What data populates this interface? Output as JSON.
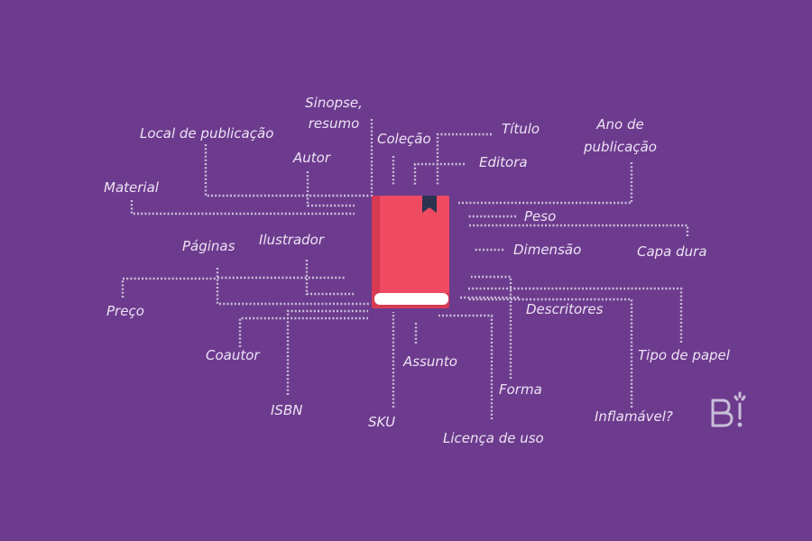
{
  "labels": {
    "sinopse": "Sinopse,",
    "resumo": "resumo",
    "local": "Local de publicação",
    "autor": "Autor",
    "material": "Material",
    "colecao": "Coleção",
    "titulo": "Título",
    "editora": "Editora",
    "ano1": "Ano de",
    "ano2": "publicação",
    "peso": "Peso",
    "paginas": "Páginas",
    "ilustrador": "Ilustrador",
    "dimensao": "Dimensão",
    "capa": "Capa dura",
    "preco": "Preço",
    "descritores": "Descritores",
    "coautor": "Coautor",
    "tipo": "Tipo de papel",
    "assunto": "Assunto",
    "forma": "Forma",
    "isbn": "ISBN",
    "sku": "SKU",
    "inflamavel": "Inflamável?",
    "licenca": "Licença de uso"
  },
  "colors": {
    "background": "#6d3b8e",
    "book_cover": "#ee4a62",
    "book_spine": "#d83a53",
    "bookmark": "#2b3350",
    "pages": "#ffffff",
    "connector": "#c9bfd8",
    "text": "#ece3f3"
  },
  "icons": {
    "book": "book-icon",
    "logo": "brand-logo-icon"
  }
}
